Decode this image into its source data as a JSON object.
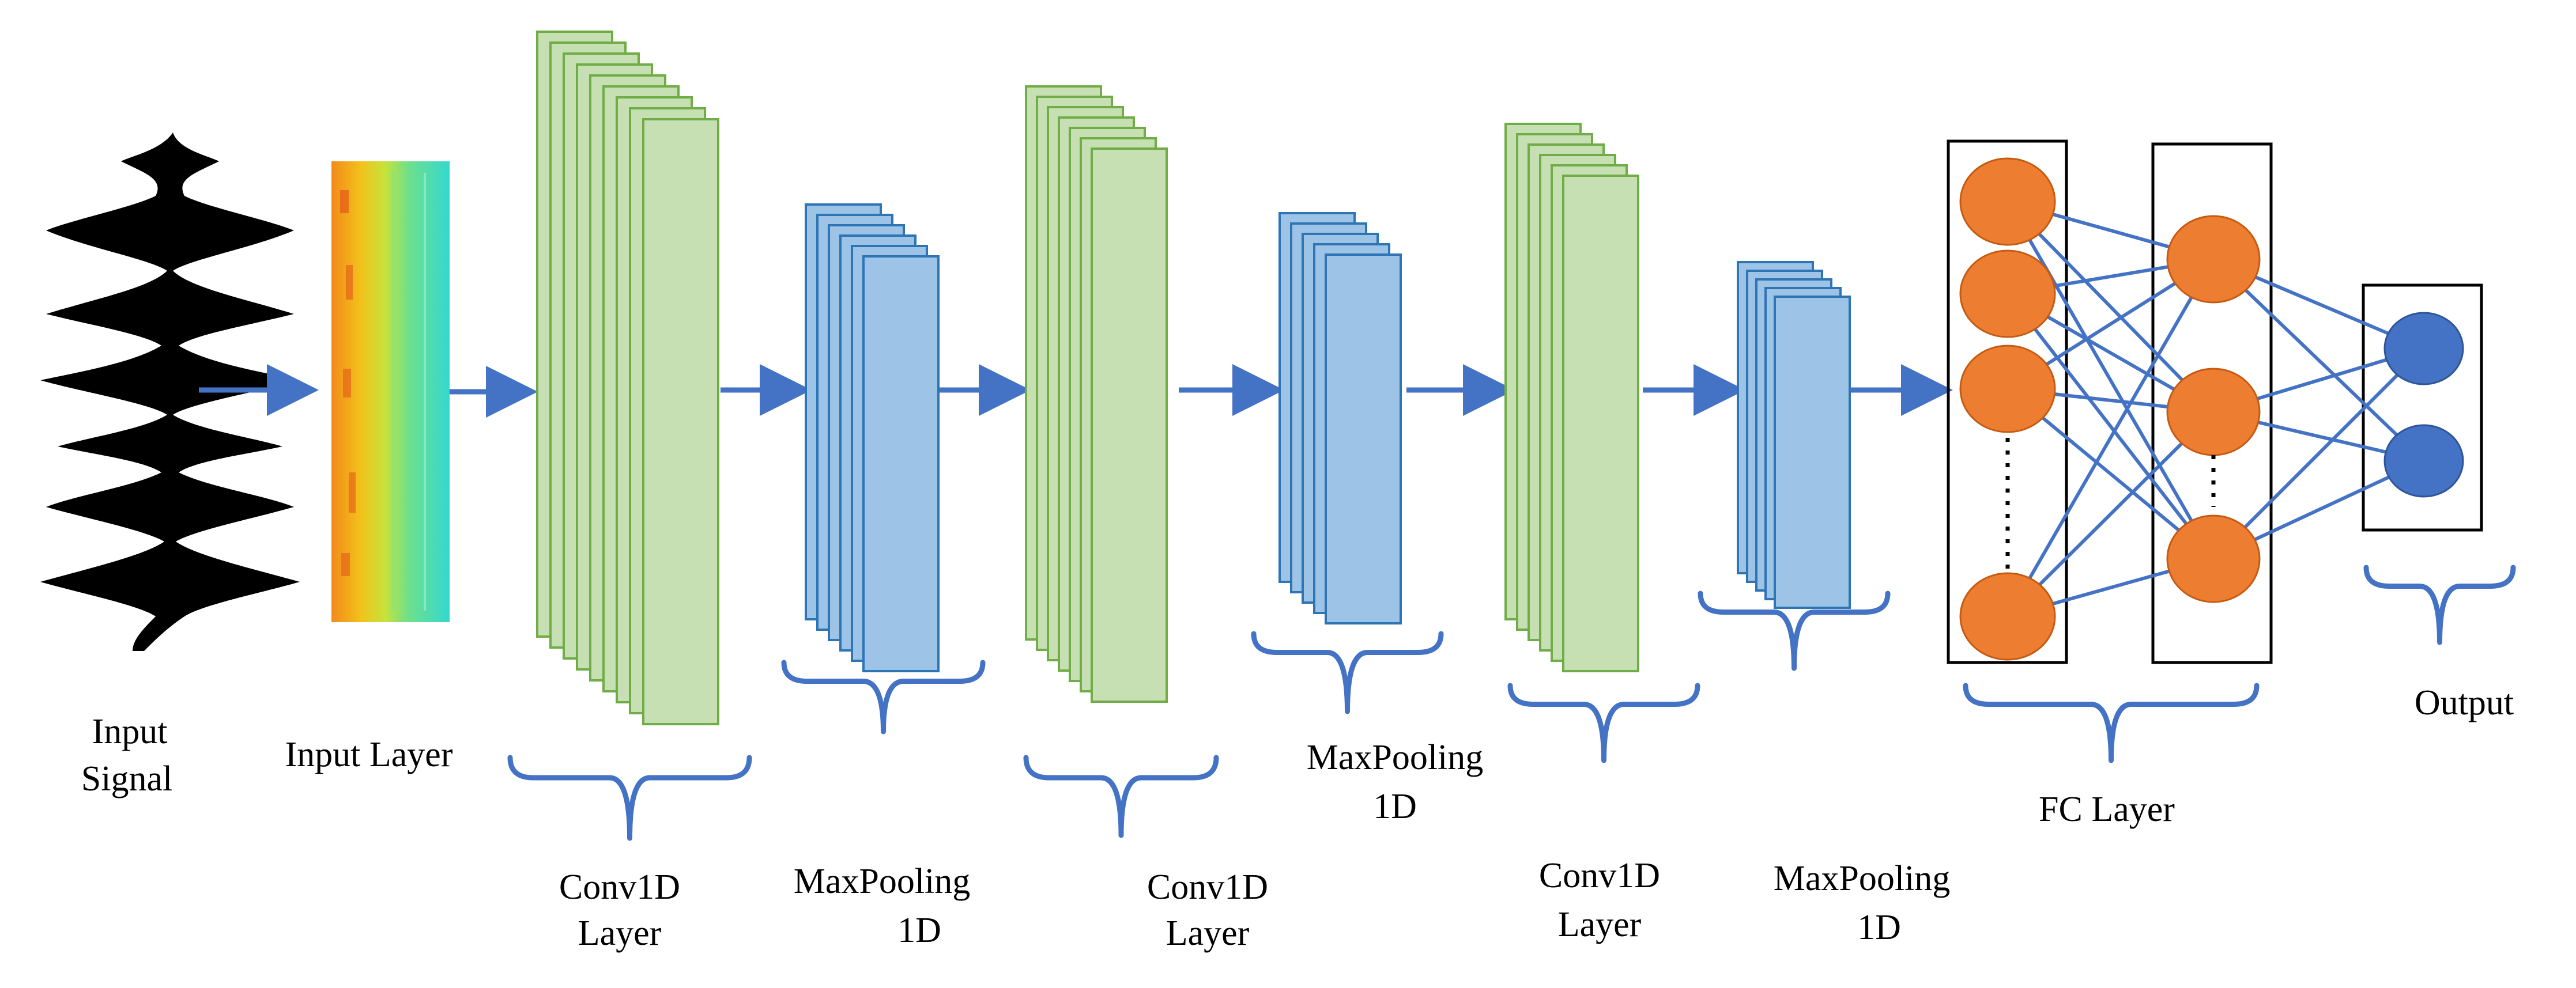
{
  "labels": {
    "input_signal": [
      "Input",
      "Signal"
    ],
    "input_layer": "Input Layer",
    "conv1": [
      "Conv1D",
      "Layer"
    ],
    "pool1": [
      "MaxPooling",
      "1D"
    ],
    "conv2": [
      "Conv1D",
      "Layer"
    ],
    "pool2": [
      "MaxPooling",
      "1D"
    ],
    "conv3": [
      "Conv1D",
      "Layer"
    ],
    "pool3": [
      "MaxPooling",
      "1D"
    ],
    "fc": "FC Layer",
    "output": "Output"
  },
  "colors": {
    "conv_fill": "#c6e0b4",
    "conv_stroke": "#70ad47",
    "pool_fill": "#9dc3e6",
    "pool_stroke": "#2e75b6",
    "arrow": "#4472c4",
    "brace": "#4472c4",
    "fc_node": "#ed7d31",
    "output_node": "#4472c4",
    "signal": "#000000"
  },
  "icons": {
    "input_signal": "waveform-icon",
    "input_layer": "spectrogram-heatmap-icon"
  }
}
